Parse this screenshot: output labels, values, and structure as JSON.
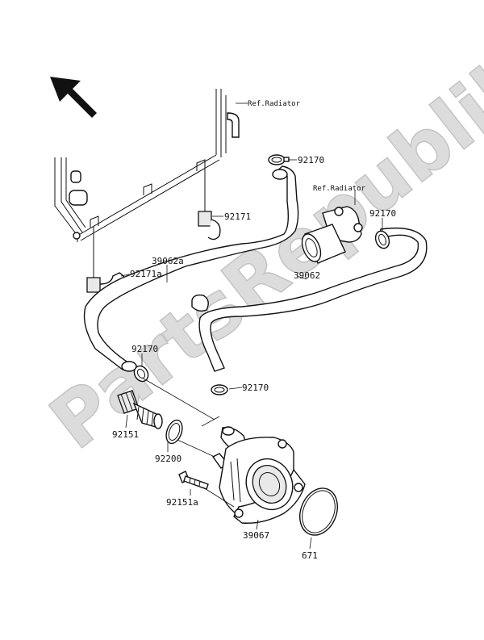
{
  "watermark": {
    "text": "PartsRepublik"
  },
  "colors": {
    "line": "#111111",
    "paper": "#ffffff",
    "watermark": "#dcdcdc"
  },
  "callouts": {
    "ref_radiator_top": "Ref.Radiator",
    "ref_radiator_right": "Ref.Radiator",
    "clamp_92170_top": "92170",
    "clamp_92170_right": "92170",
    "clamp_92170_left": "92170",
    "clamp_92170_lower": "92170",
    "holder_92171": "92171",
    "holder_92171a": "92171a",
    "hose_39062a": "39062a",
    "hose_39062": "39062",
    "fitting_92151": "92151",
    "oring_92200": "92200",
    "bolt_92151a": "92151a",
    "oil_cooler_39067": "39067",
    "oring_671": "671"
  }
}
